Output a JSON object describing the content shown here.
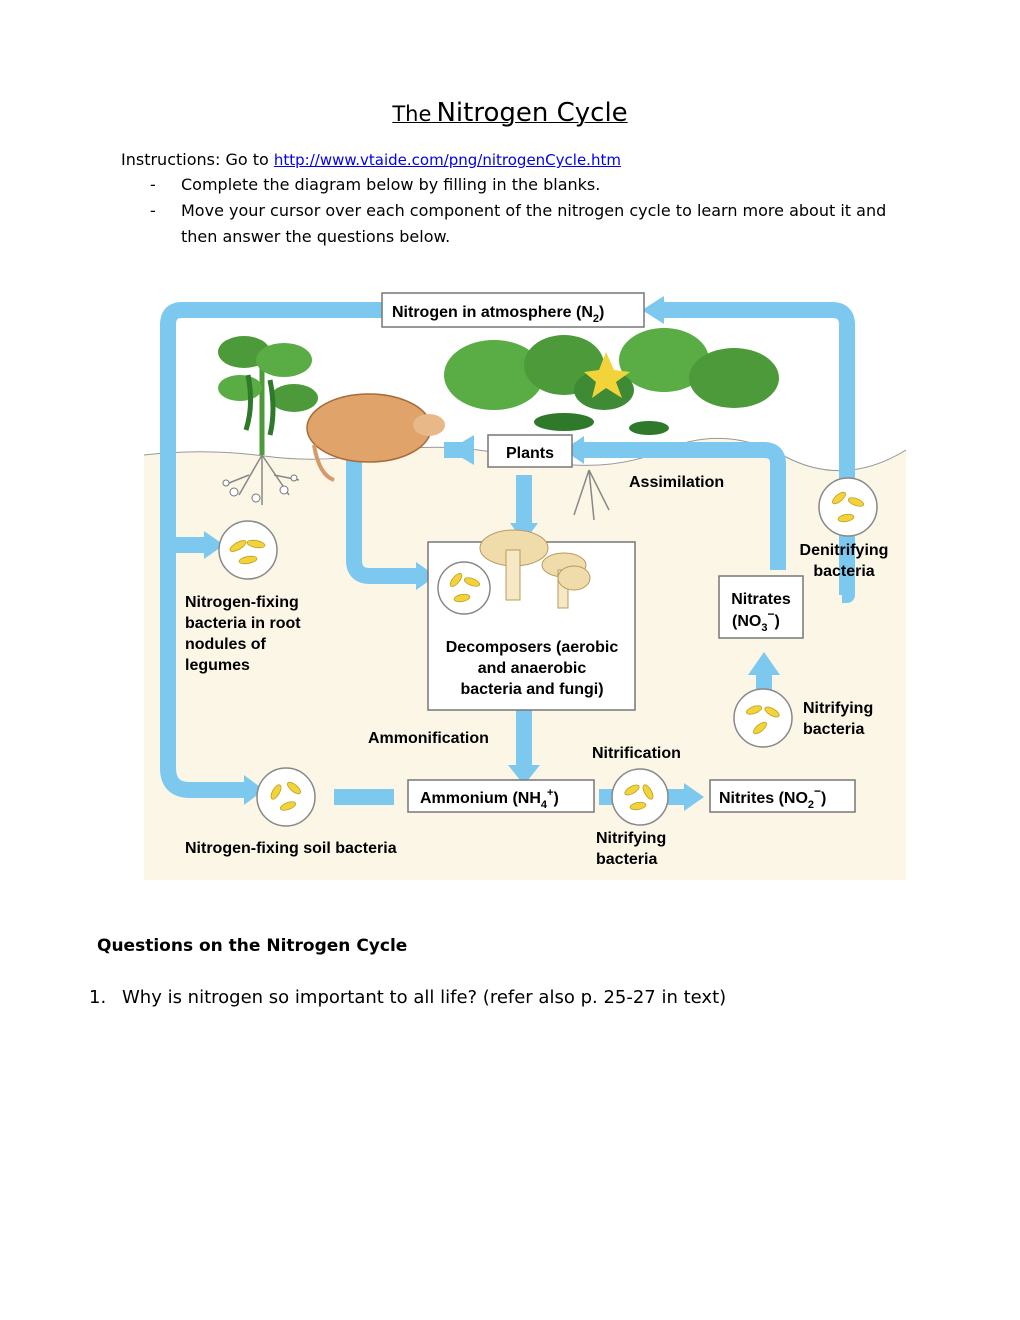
{
  "title": {
    "prefix": "The",
    "main": "Nitrogen Cycle"
  },
  "instructions": {
    "lead": "Instructions: Go to",
    "link": "http://www.vtaide.com/png/nitrogenCycle.htm",
    "bullets": [
      {
        "dash": "-",
        "text": "Complete the diagram below by filling in the blanks."
      },
      {
        "dash": "-",
        "text": "Move your cursor over each component of the nitrogen cycle to learn more about it and then answer the questions below."
      }
    ]
  },
  "diagram": {
    "atmosphere": "Nitrogen in atmosphere (N",
    "atmosphere_sub": "2",
    "atmosphere_close": ")",
    "plants": "Plants",
    "assimilation": "Assimilation",
    "denitrifying": [
      "Denitrifying",
      "bacteria"
    ],
    "nitrates": [
      "Nitrates",
      "(NO",
      "3",
      "−",
      ")"
    ],
    "nitrogen_fixing_root": [
      "Nitrogen-fixing",
      "bacteria in root",
      "nodules of",
      "legumes"
    ],
    "decomposers": [
      "Decomposers (aerobic",
      "and anaerobic",
      "bacteria and fungi)"
    ],
    "ammonification": "Ammonification",
    "nitrification": "Nitrification",
    "nitrifying_right": [
      "Nitrifying",
      "bacteria"
    ],
    "ammonium": [
      "Ammonium (NH",
      "4",
      "+",
      ")"
    ],
    "nitrites": [
      "Nitrites (NO",
      "2",
      "−",
      ")"
    ],
    "nitrifying_bottom": [
      "Nitrifying",
      "bacteria"
    ],
    "soil_bacteria": "Nitrogen-fixing soil bacteria",
    "colors": {
      "arrow": "#7cc8ee",
      "soil": "#fbf6e6",
      "bacteria": "#f2d33a",
      "plant": "#4c9a3a"
    }
  },
  "questions": {
    "heading": "Questions on the Nitrogen Cycle",
    "items": [
      {
        "number": "1.",
        "text": "Why is nitrogen so important to all life?  (refer also p. 25-27 in text)"
      }
    ]
  }
}
